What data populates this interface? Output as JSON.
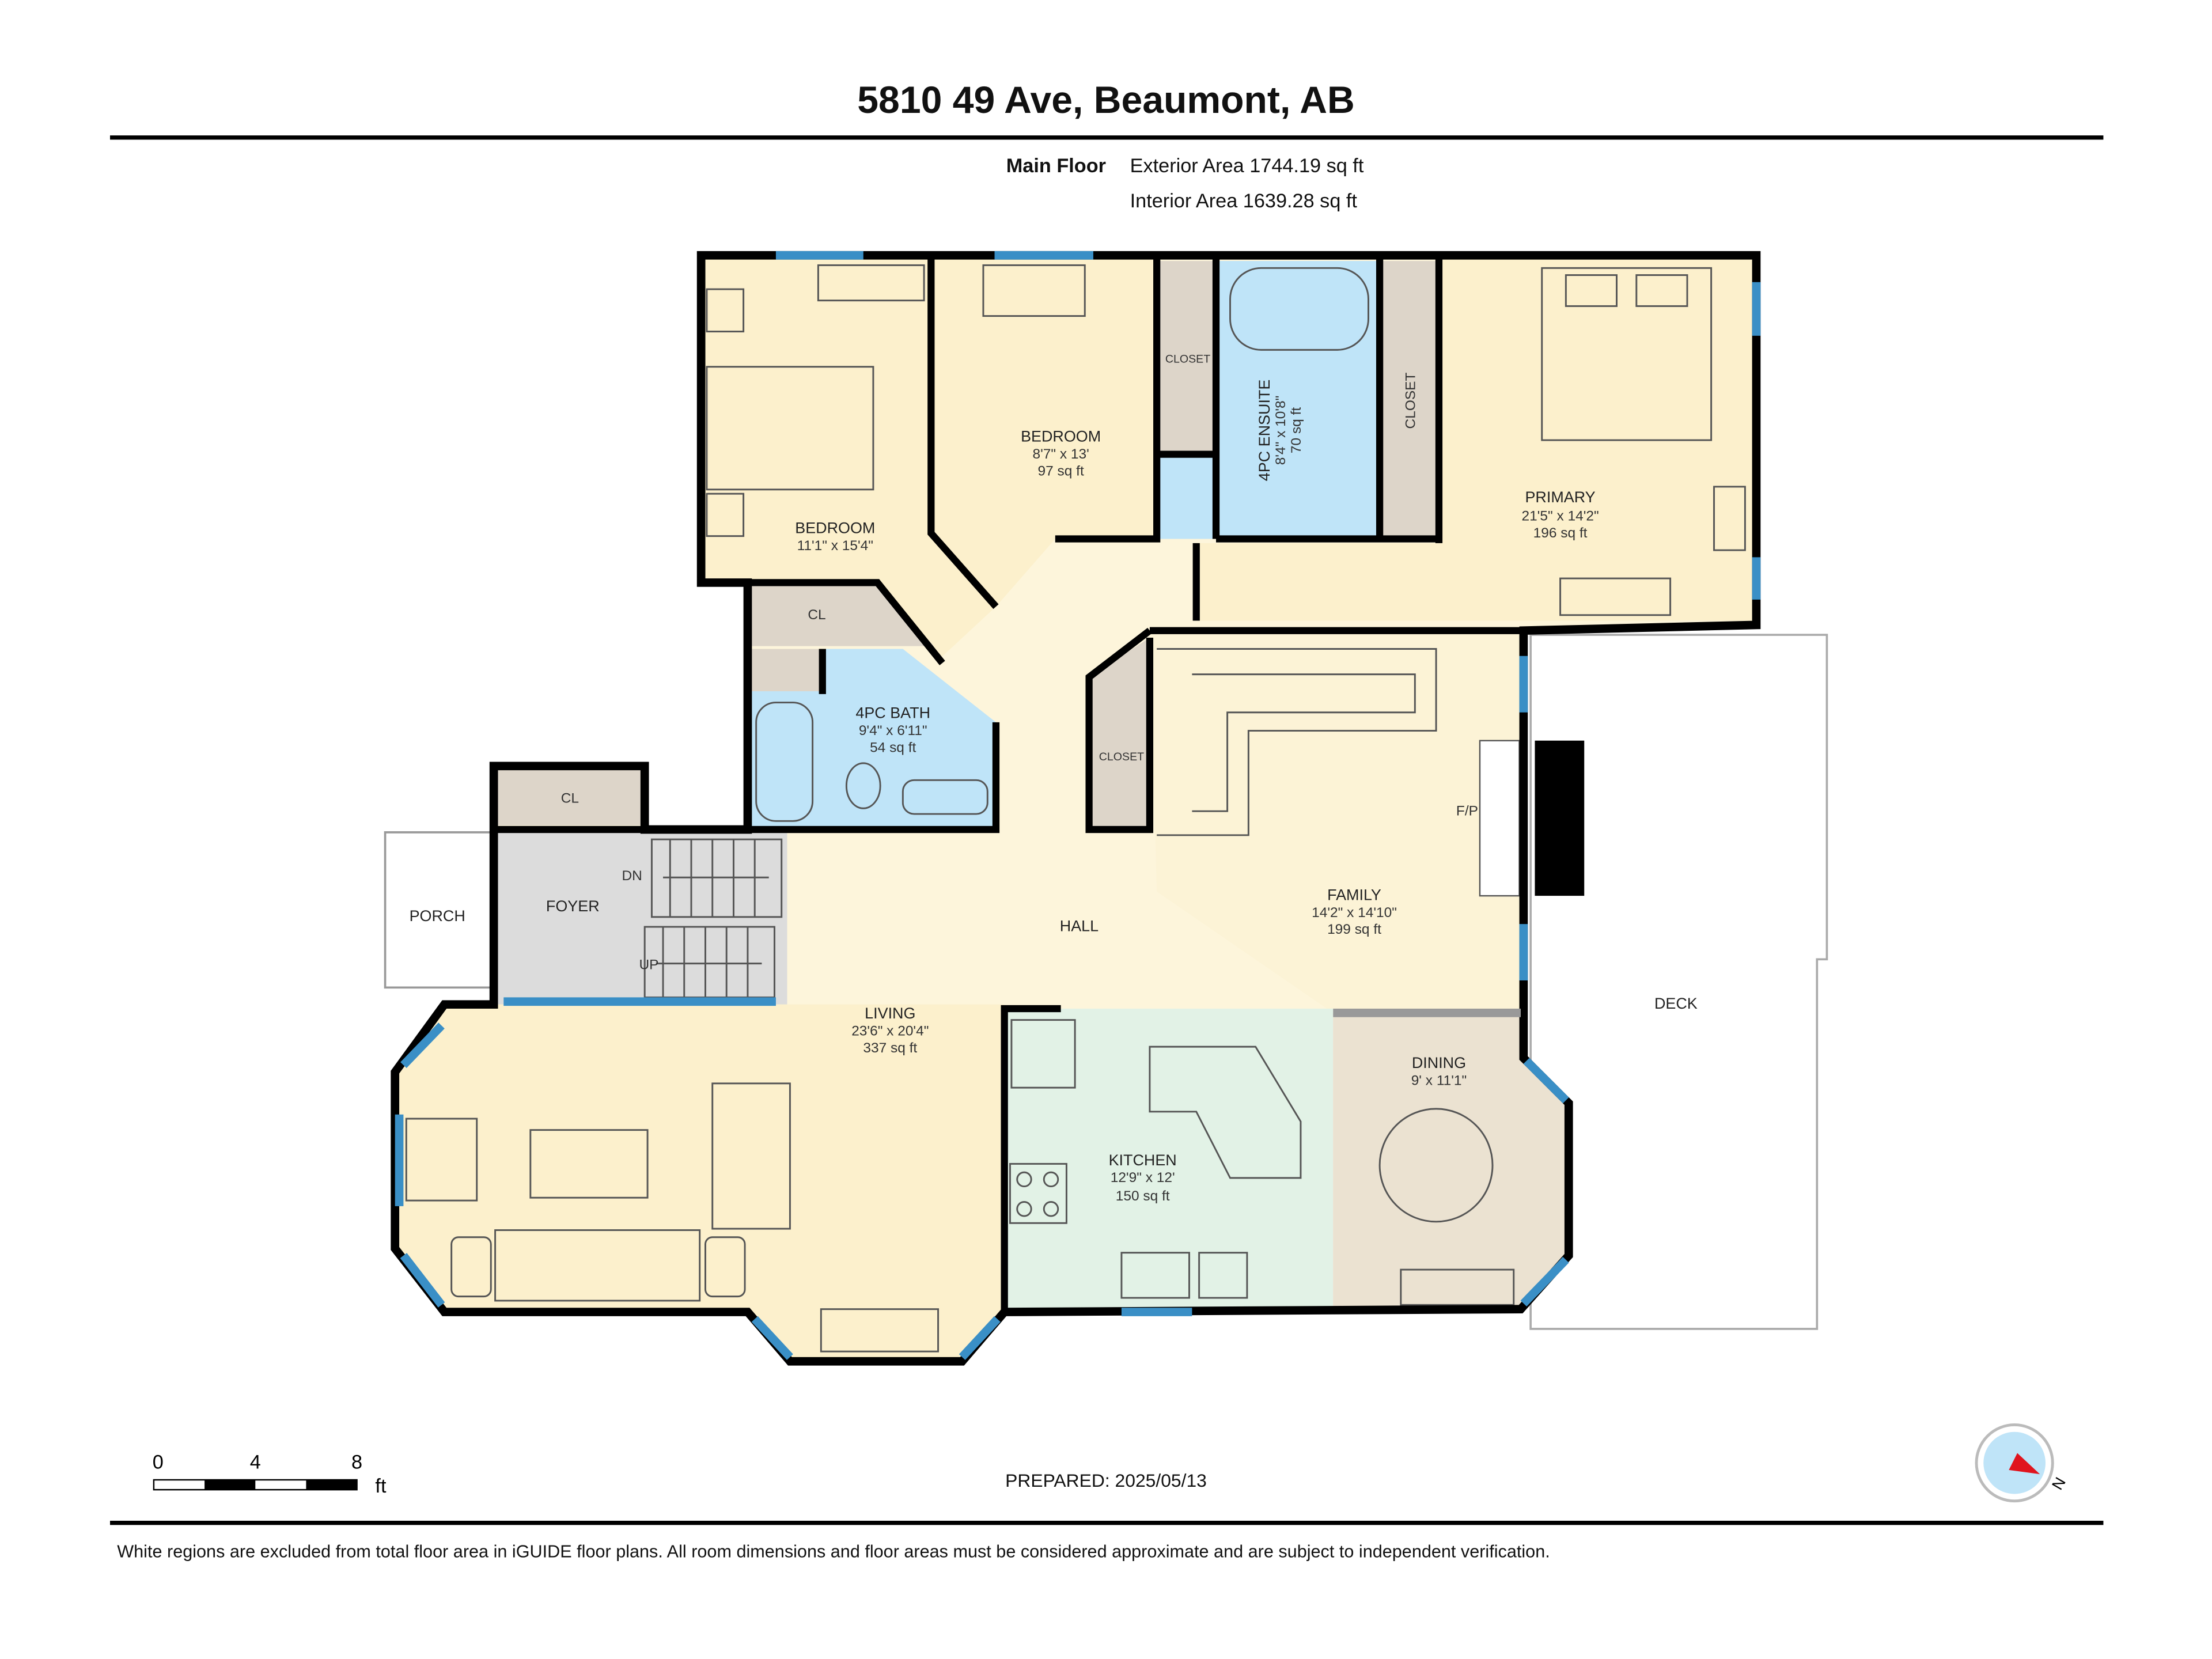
{
  "header": {
    "title": "5810 49 Ave, Beaumont, AB",
    "floor_name": "Main Floor",
    "exterior_area": "Exterior Area 1744.19 sq ft",
    "interior_area": "Interior Area 1639.28 sq ft"
  },
  "rooms": {
    "bedroom1": {
      "name": "BEDROOM",
      "dims": "11'1\" x 15'4\""
    },
    "bedroom2": {
      "name": "BEDROOM",
      "dims": "8'7\" x 13'",
      "area": "97 sq ft"
    },
    "ensuite": {
      "name": "4PC ENSUITE",
      "dims": "8'4\" x 10'8\"",
      "area": "70 sq ft"
    },
    "primary": {
      "name": "PRIMARY",
      "dims": "21'5\" x 14'2\"",
      "area": "196 sq ft"
    },
    "bath": {
      "name": "4PC BATH",
      "dims": "9'4\" x 6'11\"",
      "area": "54 sq ft"
    },
    "family": {
      "name": "FAMILY",
      "dims": "14'2\" x 14'10\"",
      "area": "199 sq ft"
    },
    "living": {
      "name": "LIVING",
      "dims": "23'6\" x 20'4\"",
      "area": "337 sq ft"
    },
    "kitchen": {
      "name": "KITCHEN",
      "dims": "12'9\" x 12'",
      "area": "150 sq ft"
    },
    "dining": {
      "name": "DINING",
      "dims": "9' x 11'1\""
    },
    "hall": {
      "name": "HALL"
    },
    "foyer": {
      "name": "FOYER"
    },
    "porch": {
      "name": "PORCH"
    },
    "deck": {
      "name": "DECK"
    }
  },
  "labels": {
    "closet_bed2": "CLOSET",
    "closet_primary": "CLOSET",
    "closet_family": "CLOSET",
    "cl_bed1": "CL",
    "cl_foyer": "CL",
    "stairs_down": "DN",
    "stairs_up": "UP",
    "fireplace": "F/P"
  },
  "footer": {
    "scale": {
      "t0": "0",
      "t4": "4",
      "t8": "8",
      "unit": "ft"
    },
    "prepared": "PREPARED: 2025/05/13",
    "compass_north": "N",
    "disclaimer": "White regions are excluded from total floor area in iGUIDE floor plans. All room dimensions and floor areas must be considered approximate and are subject to independent verification."
  },
  "colors": {
    "bedroom": "#fcf0cc",
    "bath": "#bfe4f8",
    "closet": "#ddd5c9",
    "foyer": "#dcdcdc",
    "kitchen": "#e2f2e6",
    "dining": "#ebe2d1",
    "hall": "#fdf5db",
    "window": "#3a8fc6"
  }
}
